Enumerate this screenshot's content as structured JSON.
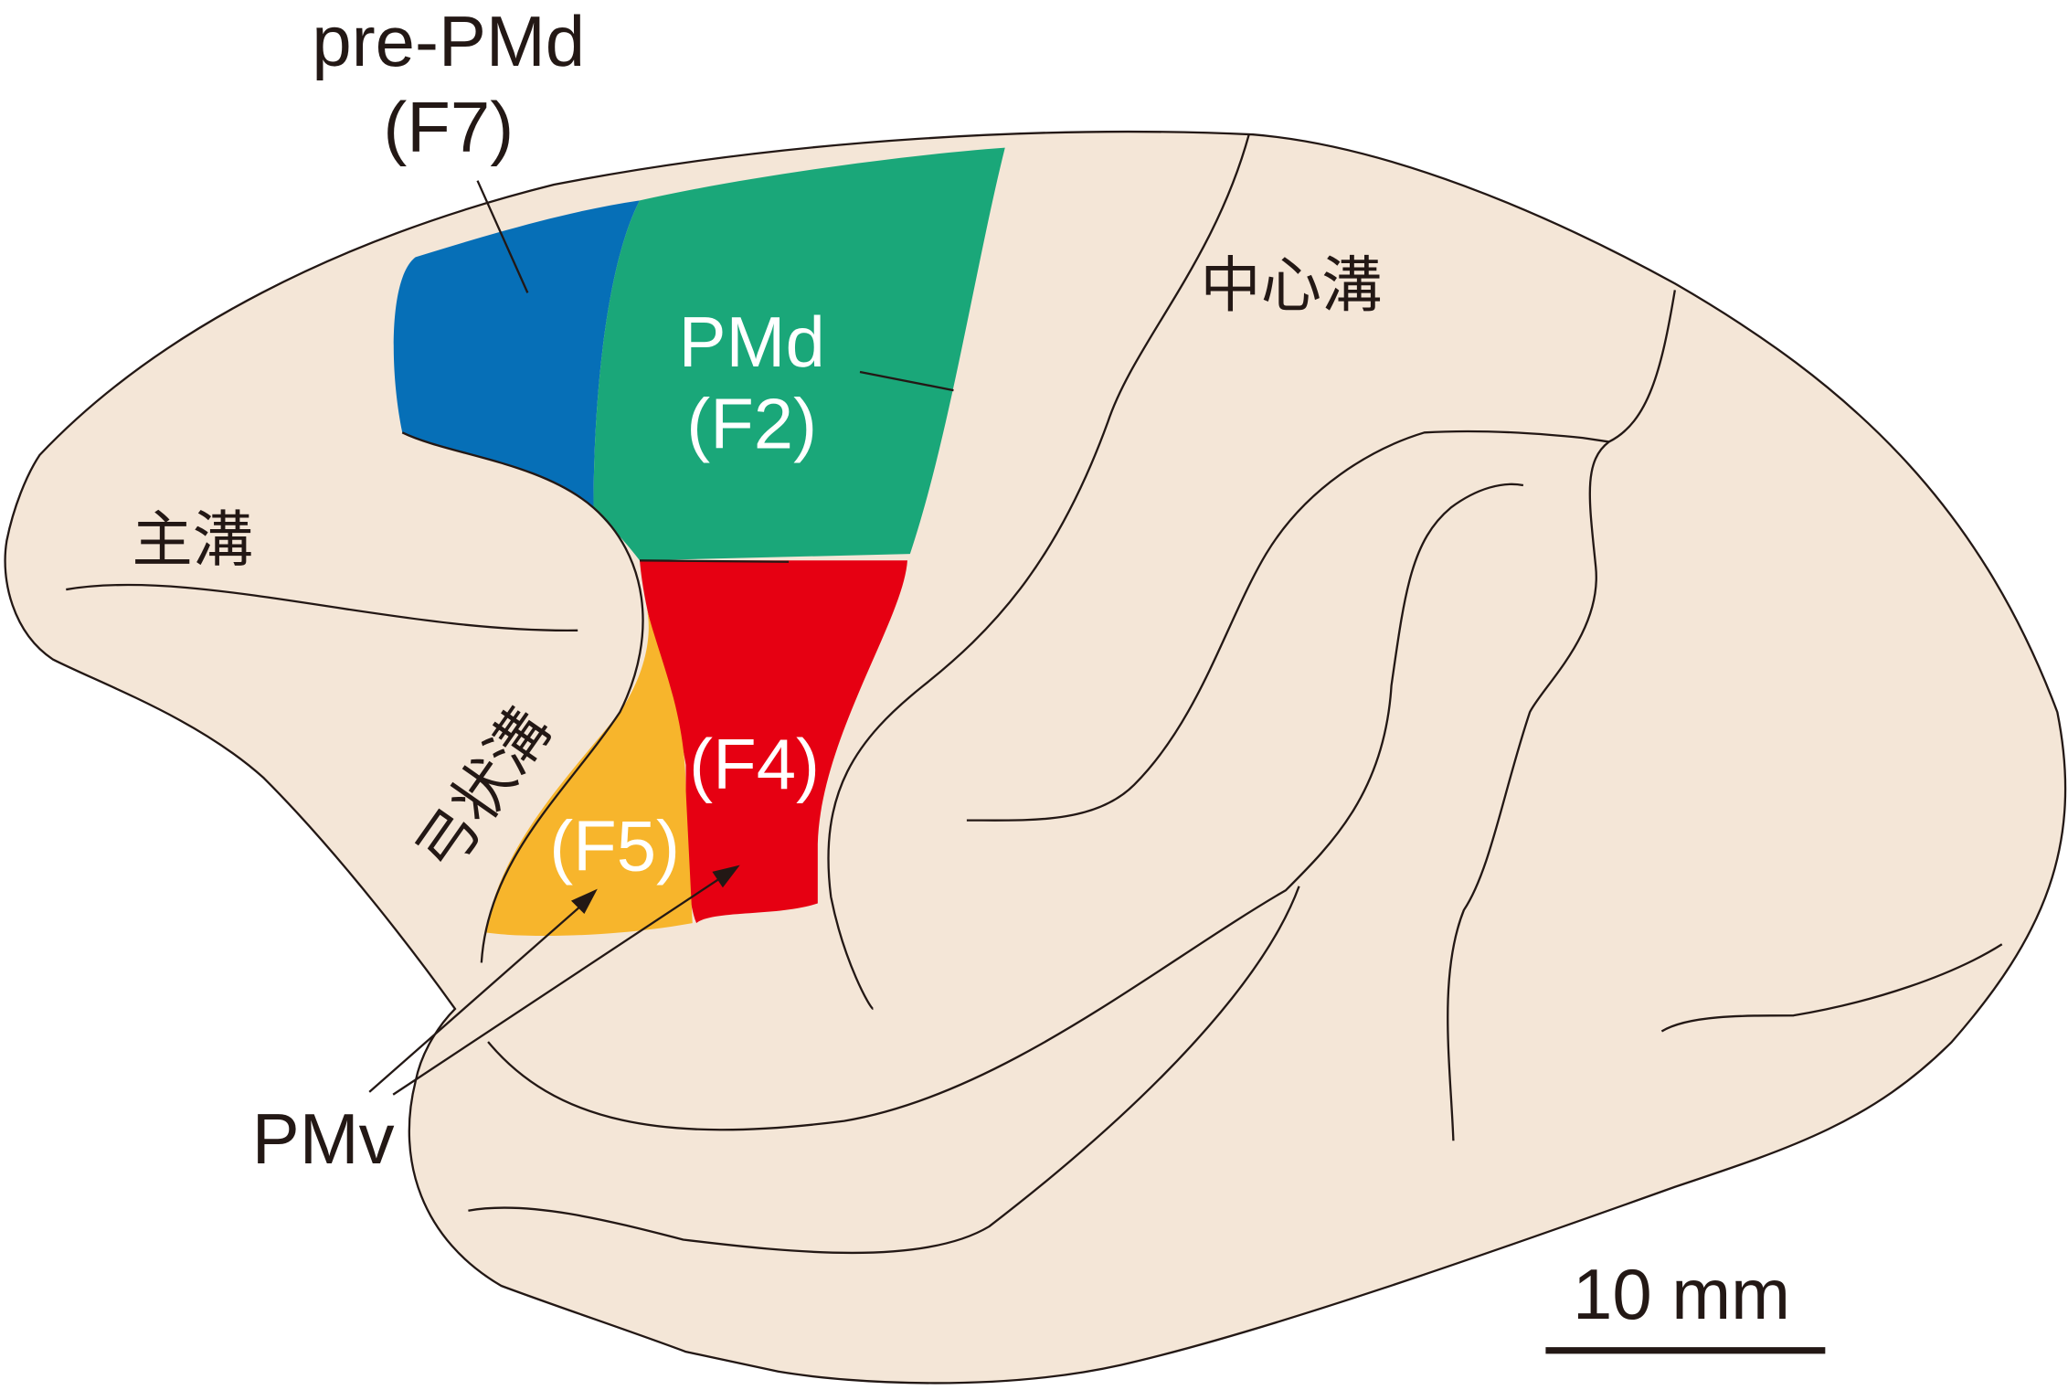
{
  "labels": {
    "pre_pmd": "pre-PMd",
    "f7": "(F7)",
    "pmd": "PMd",
    "f2": "(F2)",
    "f4": "(F4)",
    "f5": "(F5)",
    "pmv": "PMv",
    "central_sulcus": "中心溝",
    "principal_sulcus": "主溝",
    "arcuate_sulcus": "弓状溝",
    "scale_bar": "10 mm"
  },
  "colors": {
    "brain": "#F4E6D7",
    "f7": "#066FB7",
    "f2": "#1AA779",
    "f4": "#E60012",
    "f5": "#F7B52C",
    "ink": "#231815"
  }
}
